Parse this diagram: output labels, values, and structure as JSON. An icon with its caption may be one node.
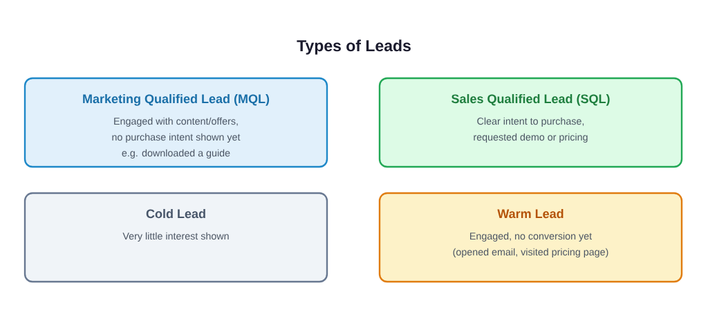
{
  "diagram": {
    "title": "Types of Leads",
    "nodes": [
      {
        "text": [
          "Marketing Qualified Lead (MQL)",
          "Engaged with content/offers,",
          "no purchase intent shown yet",
          "e.g. downloaded a guide"
        ]
      },
      {
        "text": [
          "Sales Qualified Lead (SQL)",
          "Clear intent to purchase,",
          "requested demo or pricing"
        ]
      },
      {
        "text": [
          "Cold Lead",
          "Very little interest shown"
        ]
      },
      {
        "text": [
          "Warm Lead",
          "Engaged, no conversion yet",
          "(opened email, visited pricing page)"
        ]
      }
    ]
  }
}
